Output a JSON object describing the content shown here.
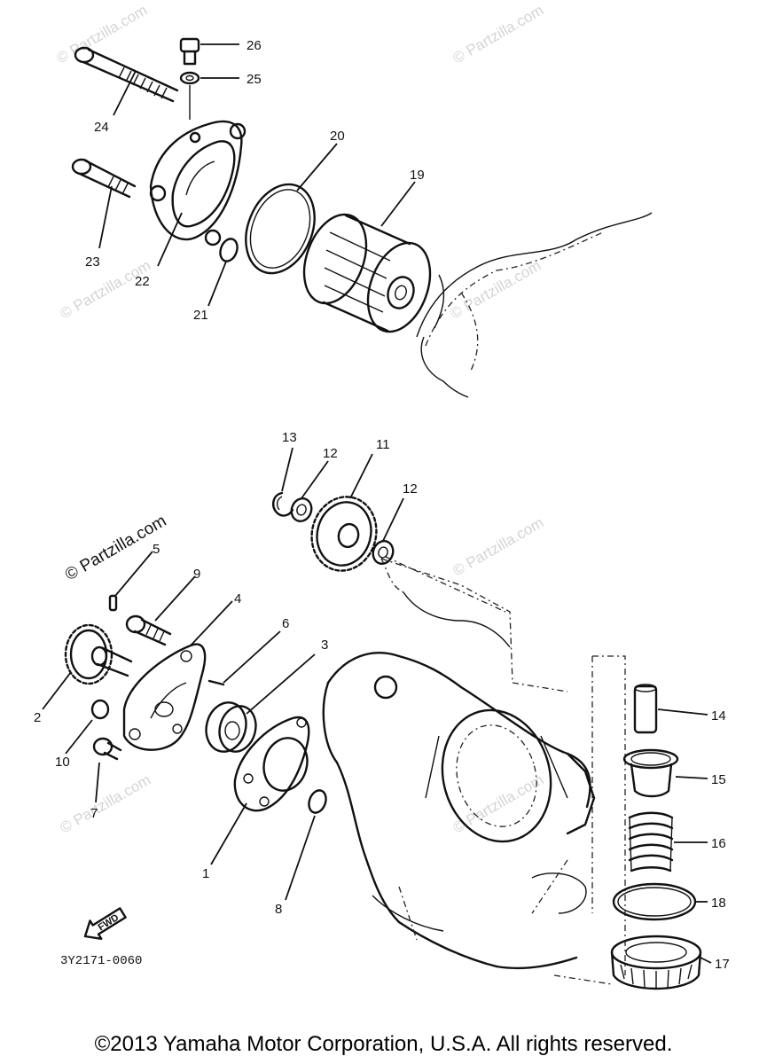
{
  "watermark": {
    "brand": "© Partzilla.com"
  },
  "diagram_code": "3Y2171-0060",
  "direction_marker": "FWD",
  "copyright": "©2013 Yamaha Motor Corporation, U.S.A. All rights reserved.",
  "callouts": [
    "1",
    "2",
    "3",
    "4",
    "5",
    "6",
    "7",
    "8",
    "9",
    "10",
    "11",
    "12",
    "12",
    "13",
    "14",
    "15",
    "16",
    "17",
    "18",
    "19",
    "20",
    "21",
    "22",
    "23",
    "24",
    "25",
    "26"
  ]
}
